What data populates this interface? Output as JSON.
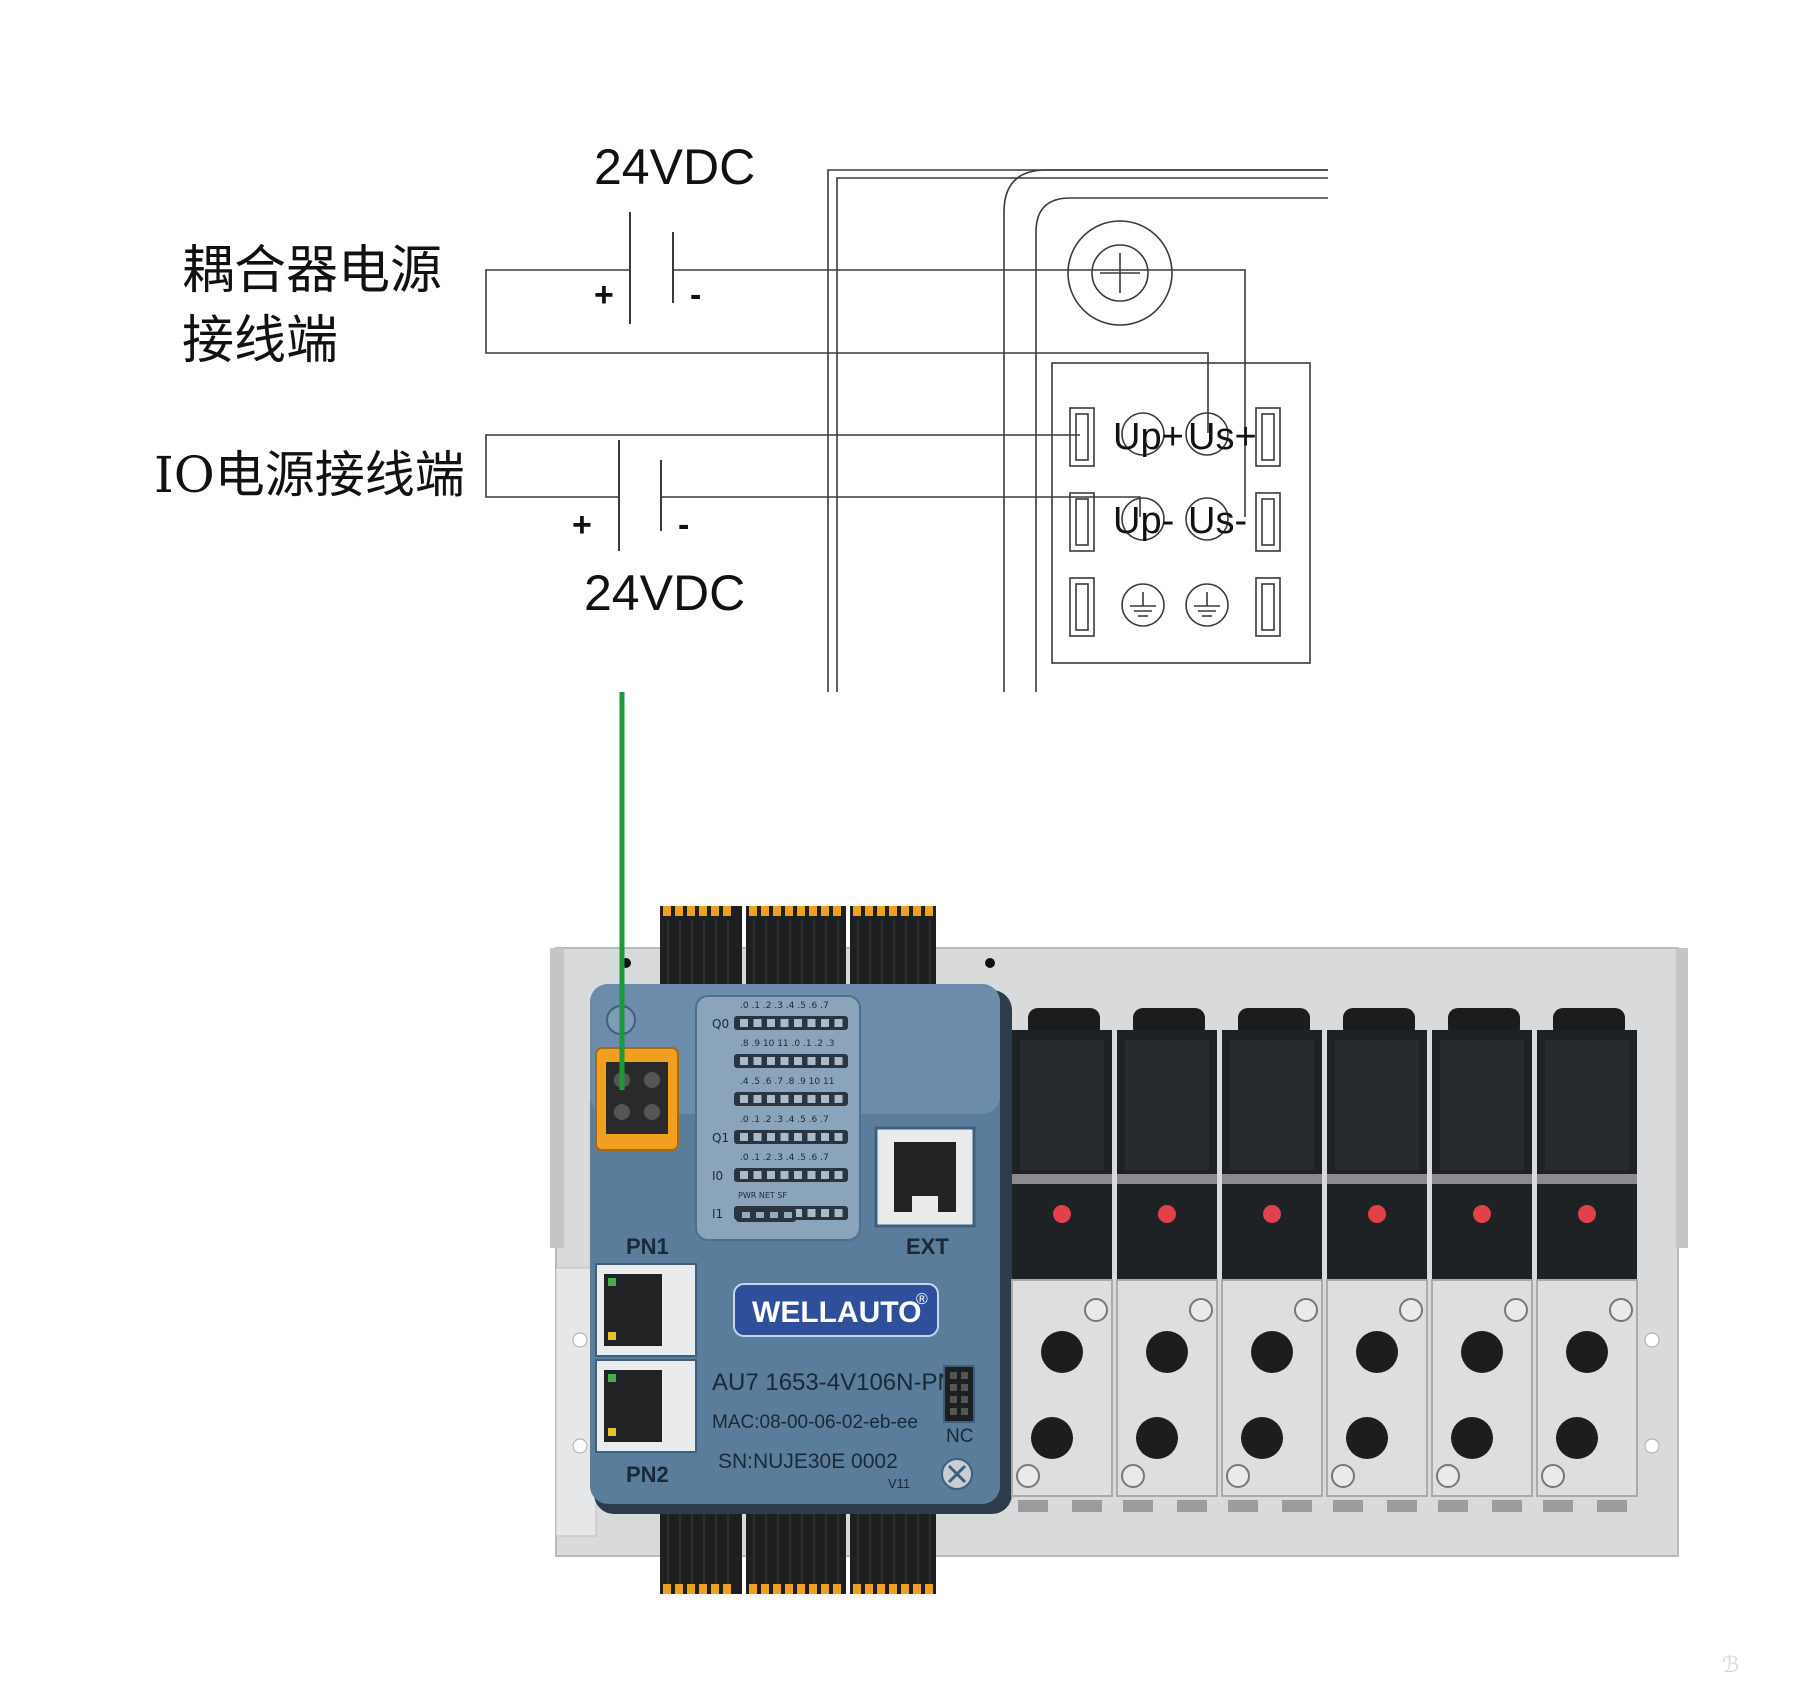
{
  "wiring": {
    "coupler_label_line1": "耦合器电源",
    "coupler_label_line2": "接线端",
    "io_label": "IO电源接线端",
    "coupler_voltage": "24VDC",
    "io_voltage": "24VDC",
    "plus_sign": "+",
    "minus_sign": "-",
    "terminal_up_plus": "Up+",
    "terminal_us_plus": "Us+",
    "terminal_up_minus": "Up-",
    "terminal_us_minus": "Us-"
  },
  "device": {
    "brand": "WELLAUTO",
    "brand_mark": "®",
    "model": "AU7 1653-4V106N-PNT",
    "mac": "MAC:08-00-06-02-eb-ee",
    "serial": "SN:NUJE30E 0002",
    "version": "V11",
    "port_pn1": "PN1",
    "port_pn2": "PN2",
    "port_ext": "EXT",
    "port_nc": "NC",
    "led_rows": [
      {
        "label": "Q0",
        "numbers": ".0 .1 .2 .3 .4 .5 .6 .7"
      },
      {
        "label": "",
        "numbers": ".8 .9 10 11 .0 .1 .2 .3"
      },
      {
        "label": "",
        "numbers": ".4 .5 .6 .7 .8 .9 10 11"
      },
      {
        "label": "Q1",
        "numbers": ".0 .1 .2 .3 .4 .5 .6 .7"
      },
      {
        "label": "I0",
        "numbers": ".0 .1 .2 .3 .4 .5 .6 .7"
      },
      {
        "label": "I1",
        "numbers": ""
      }
    ],
    "status_leds": "PWR NET SF",
    "valve_count": 6
  },
  "colors": {
    "line": "#3a3a3a",
    "wire_green": "#1a9a3a",
    "module_blue": "#5b7d9c",
    "module_blue_dark": "#3f5f7d",
    "brand_badge": "#2f4f9a",
    "valve_black": "#1f2224",
    "valve_silver": "#dcdee0",
    "button_red": "#e0414a",
    "terminal_orange": "#f0a020"
  }
}
